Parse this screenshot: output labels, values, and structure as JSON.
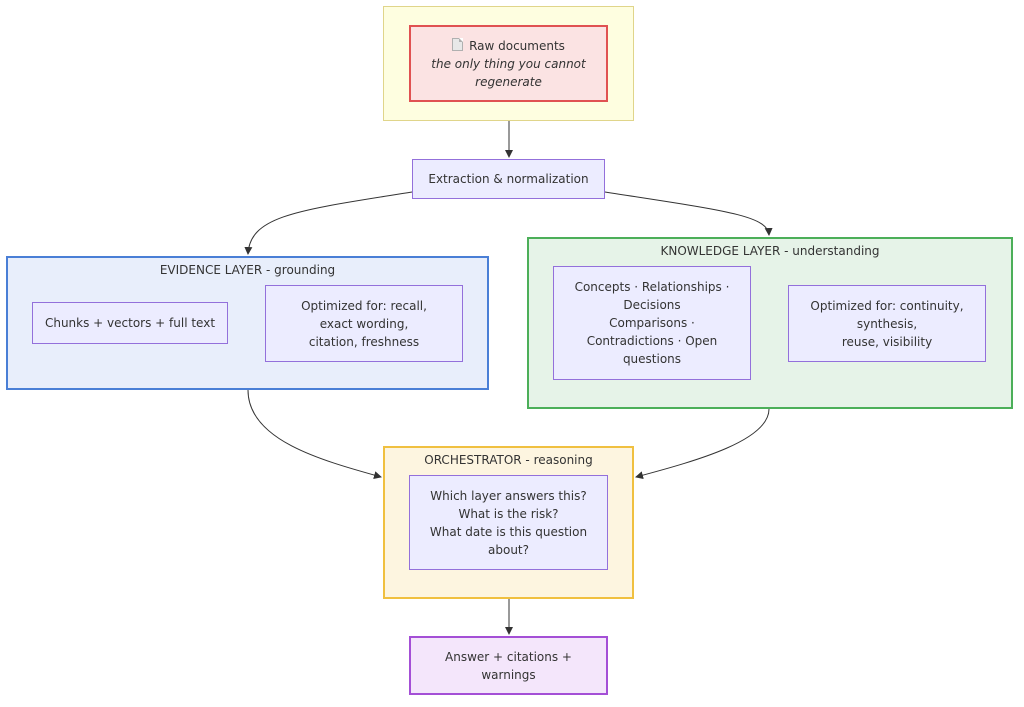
{
  "raw_docs": {
    "icon": "document-icon",
    "title": "Raw documents",
    "subtitle_1": "the only thing you cannot",
    "subtitle_2": "regenerate",
    "colors": {
      "fill": "#fbe3e3",
      "border": "#e05252",
      "group_fill": "#fefee0",
      "group_border": "#e0d58a"
    }
  },
  "extraction": {
    "label": "Extraction & normalization"
  },
  "evidence_layer": {
    "title": "EVIDENCE LAYER - grounding",
    "colors": {
      "fill": "#e8eefb",
      "border": "#4a7fd6"
    },
    "chunks": "Chunks + vectors + full text",
    "optimized": [
      "Optimized for: recall,",
      "exact wording,",
      "citation, freshness"
    ]
  },
  "knowledge_layer": {
    "title": "KNOWLEDGE LAYER - understanding",
    "colors": {
      "fill": "#e6f3e8",
      "border": "#4caf59"
    },
    "concepts": [
      "Concepts · Relationships ·",
      "Decisions",
      "Comparisons ·",
      "Contradictions · Open",
      "questions"
    ],
    "optimized": [
      "Optimized for: continuity,",
      "synthesis,",
      "reuse, visibility"
    ]
  },
  "orchestrator": {
    "title": "ORCHESTRATOR - reasoning",
    "colors": {
      "fill": "#fdf5e0",
      "border": "#f0c040"
    },
    "questions": [
      "Which layer answers this?",
      "What is the risk?",
      "What date is this question",
      "about?"
    ]
  },
  "answer": {
    "lines": [
      "Answer + citations +",
      "warnings"
    ],
    "colors": {
      "fill": "#f4e6fb",
      "border": "#a44fd6"
    }
  }
}
